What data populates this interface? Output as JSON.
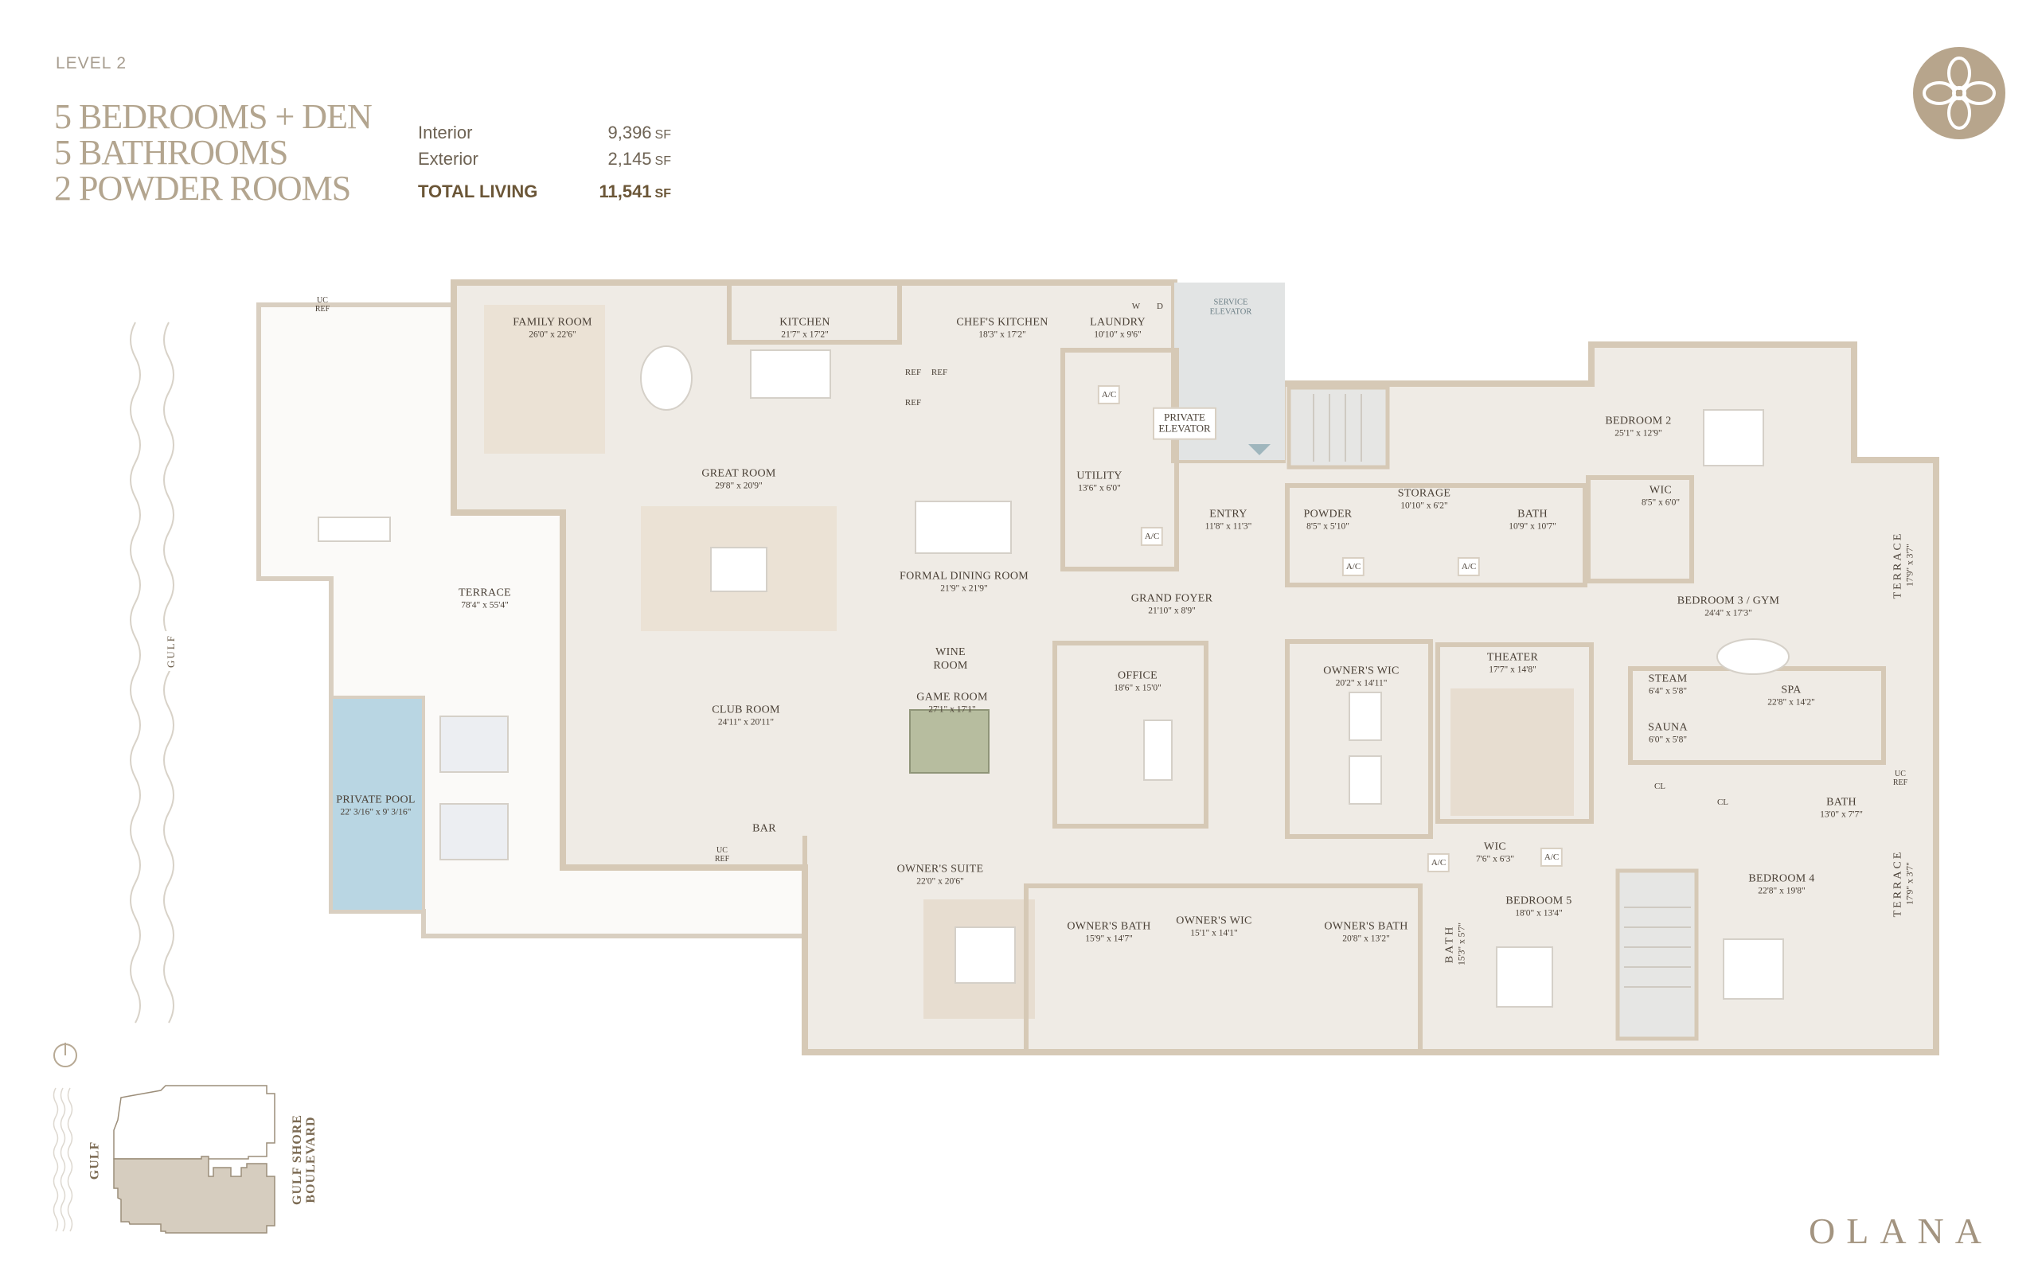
{
  "header": {
    "level": "LEVEL 2",
    "lines": [
      "5 BEDROOMS + DEN",
      "5 BATHROOMS",
      "2 POWDER ROOMS"
    ],
    "stats": [
      {
        "label": "Interior",
        "value": "9,396",
        "unit": "SF"
      },
      {
        "label": "Exterior",
        "value": "2,145",
        "unit": "SF"
      },
      {
        "label": "TOTAL LIVING",
        "value": "11,541",
        "unit": "SF"
      }
    ]
  },
  "brand": {
    "name": "OLANA",
    "logo_icon": "quatrefoil-logo-icon",
    "color": "#b7a58c"
  },
  "plan": {
    "gulf_label": "GULF",
    "rooms": [
      {
        "name": "FAMILY ROOM",
        "dims": "26'0\" x 22'6\""
      },
      {
        "name": "KITCHEN",
        "dims": "21'7\" x 17'2\""
      },
      {
        "name": "CHEF'S KITCHEN",
        "dims": "18'3\" x 17'2\""
      },
      {
        "name": "LAUNDRY",
        "dims": "10'10\" x 9'6\""
      },
      {
        "name": "GREAT ROOM",
        "dims": "29'8\" x 20'9\""
      },
      {
        "name": "UTILITY",
        "dims": "13'6\" x 6'0\""
      },
      {
        "name": "ENTRY",
        "dims": "11'8\" x 11'3\""
      },
      {
        "name": "POWDER",
        "dims": "8'5\" x 5'10\""
      },
      {
        "name": "STORAGE",
        "dims": "10'10\" x 6'2\""
      },
      {
        "name": "BATH",
        "dims": "10'9\" x 10'7\""
      },
      {
        "name": "BEDROOM 2",
        "dims": "25'1\" x 12'9\""
      },
      {
        "name": "WIC",
        "dims": "8'5\" x 6'0\""
      },
      {
        "name": "TERRACE",
        "dims": "17'9\" x 3'7\""
      },
      {
        "name": "BEDROOM 3 / GYM",
        "dims": "24'4\" x 17'3\""
      },
      {
        "name": "TERRACE",
        "dims": "78'4\" x 55'4\""
      },
      {
        "name": "FORMAL DINING ROOM",
        "dims": "21'9\" x 21'9\""
      },
      {
        "name": "GRAND FOYER",
        "dims": "21'10\" x 8'9\""
      },
      {
        "name": "WINE ROOM",
        "dims": ""
      },
      {
        "name": "GAME ROOM",
        "dims": "27'1\" x 17'1\""
      },
      {
        "name": "CLUB ROOM",
        "dims": "24'11\" x 20'11\""
      },
      {
        "name": "OFFICE",
        "dims": "18'6\" x 15'0\""
      },
      {
        "name": "OWNER'S WIC",
        "dims": "20'2\" x 14'11\""
      },
      {
        "name": "THEATER",
        "dims": "17'7\" x 14'8\""
      },
      {
        "name": "STEAM",
        "dims": "6'4\" x 5'8\""
      },
      {
        "name": "SAUNA",
        "dims": "6'0\" x 5'8\""
      },
      {
        "name": "SPA",
        "dims": "22'8\" x 14'2\""
      },
      {
        "name": "PRIVATE POOL",
        "dims": "22' 3/16\" x 9' 3/16\""
      },
      {
        "name": "BAR",
        "dims": ""
      },
      {
        "name": "WIC",
        "dims": "7'6\" x 6'3\""
      },
      {
        "name": "OWNER'S SUITE",
        "dims": "22'0\" x 20'6\""
      },
      {
        "name": "BEDROOM 5",
        "dims": "18'0\" x 13'4\""
      },
      {
        "name": "BEDROOM 4",
        "dims": "22'8\" x 19'8\""
      },
      {
        "name": "TERRACE",
        "dims": "17'9\" x 3'7\""
      },
      {
        "name": "OWNER'S BATH",
        "dims": "15'9\" x 14'7\""
      },
      {
        "name": "OWNER'S WIC",
        "dims": "15'1\" x 14'1\""
      },
      {
        "name": "OWNER'S BATH",
        "dims": "20'8\" x 13'2\""
      },
      {
        "name": "BATH",
        "dims": "15'3\" x 5'7\""
      },
      {
        "name": "BATH",
        "dims": "13'0\" x 7'7\""
      }
    ],
    "tags": [
      {
        "text": "SERVICE ELEVATOR",
        "kind": "service-elevator"
      },
      {
        "text": "PRIVATE ELEVATOR",
        "kind": "private-elevator"
      },
      {
        "text": "A/C",
        "kind": "ac"
      },
      {
        "text": "A/C",
        "kind": "ac"
      },
      {
        "text": "A/C",
        "kind": "ac"
      },
      {
        "text": "A/C",
        "kind": "ac"
      },
      {
        "text": "A/C",
        "kind": "ac"
      },
      {
        "text": "A/C",
        "kind": "ac"
      },
      {
        "text": "REF",
        "kind": "ref"
      },
      {
        "text": "REF",
        "kind": "ref"
      },
      {
        "text": "REF",
        "kind": "ref"
      },
      {
        "text": "UC REF",
        "kind": "uc-ref"
      },
      {
        "text": "UC REF",
        "kind": "uc-ref"
      },
      {
        "text": "UC REF",
        "kind": "uc-ref"
      },
      {
        "text": "W",
        "kind": "washer"
      },
      {
        "text": "D",
        "kind": "dryer"
      },
      {
        "text": "CL",
        "kind": "closet"
      },
      {
        "text": "CL",
        "kind": "closet"
      }
    ]
  },
  "keyplan": {
    "gulf": "GULF",
    "street_line1": "GULF SHORE",
    "street_line2": "BOULEVARD",
    "highlight_color": "#d6cdbf"
  }
}
